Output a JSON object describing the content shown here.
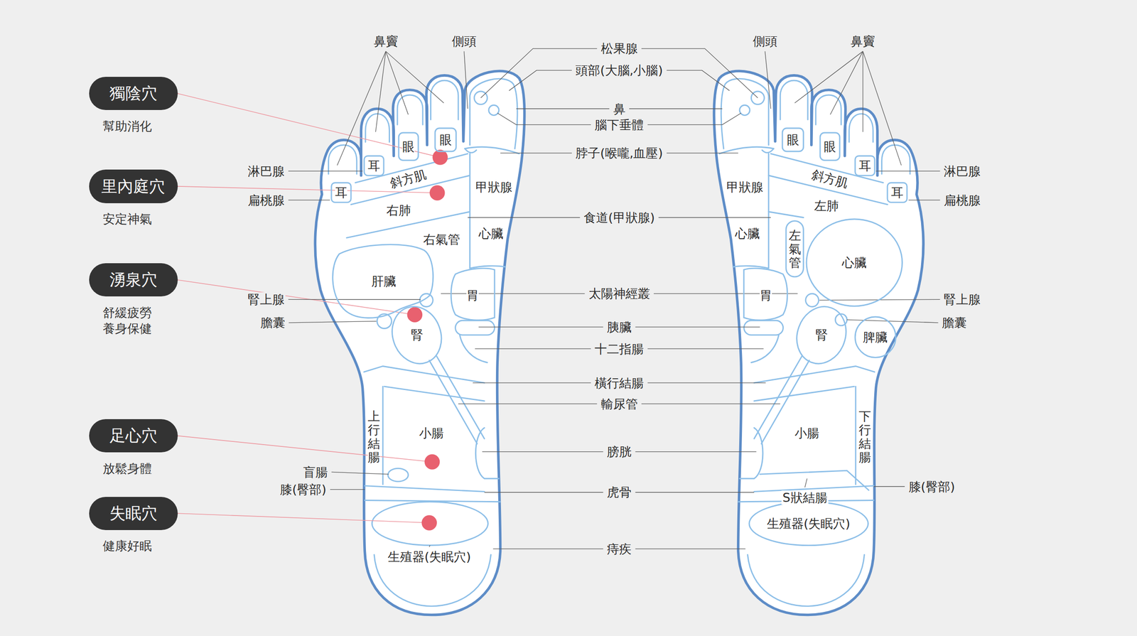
{
  "diagram": {
    "nodes": [
      {
        "text": [
          "獨陰穴",
          "幫助消化"
        ]
      },
      {
        "text": [
          "里內庭穴",
          "安定神氣"
        ]
      },
      {
        "text": [
          "湧泉穴",
          "舒緩疲勞 養身保健"
        ]
      },
      {
        "text": [
          "足心穴",
          "放鬆身體"
        ]
      },
      {
        "text": [
          "失眠穴",
          "健康好眠"
        ]
      },
      {
        "text": [
          "眼"
        ]
      },
      {
        "text": [
          "眼"
        ]
      },
      {
        "text": [
          "耳"
        ]
      },
      {
        "text": [
          "斜方肌"
        ]
      },
      {
        "text": [
          "耳"
        ]
      },
      {
        "text": [
          "甲狀腺"
        ]
      },
      {
        "text": [
          "右肺"
        ]
      },
      {
        "text": [
          "心臟"
        ]
      },
      {
        "text": [
          "右氣管"
        ]
      },
      {
        "text": [
          "肝臟"
        ]
      },
      {
        "text": [
          "胃"
        ]
      },
      {
        "text": [
          "腎"
        ]
      },
      {
        "text": [
          "上行結腸"
        ]
      },
      {
        "text": [
          "小腸"
        ]
      },
      {
        "text": [
          "眼"
        ]
      },
      {
        "text": [
          "眼"
        ]
      },
      {
        "text": [
          "耳"
        ]
      },
      {
        "text": [
          "斜方肌"
        ]
      },
      {
        "text": [
          "甲狀腺"
        ]
      },
      {
        "text": [
          "耳"
        ]
      },
      {
        "text": [
          "左肺"
        ]
      },
      {
        "text": [
          "心臟"
        ]
      },
      {
        "text": [
          "左氣管"
        ]
      },
      {
        "text": [
          "心臟"
        ]
      },
      {
        "text": [
          "胃"
        ]
      },
      {
        "text": [
          "腎"
        ]
      },
      {
        "text": [
          "脾臟"
        ]
      },
      {
        "text": [
          "小腸"
        ]
      },
      {
        "text": [
          "下行結腸"
        ]
      },
      {
        "text": [
          "生殖器(失眠穴)"
        ]
      }
    ],
    "labels": [
      "鼻竇",
      "側頭",
      "松果腺",
      "側頭",
      "鼻竇",
      "頭部(大腦,小腦)",
      "鼻",
      "腦下垂體",
      "脖子(喉嚨,血壓)",
      "淋巴腺",
      "淋巴腺",
      "扁桃腺",
      "扁桃腺",
      "食道(甲狀腺)",
      "太陽神經叢",
      "腎上腺",
      "腎上腺",
      "膽囊",
      "膽囊",
      "胰臟",
      "十二指腸",
      "橫行結腸",
      "輸尿管",
      "膀胱",
      "盲腸",
      "膝(臀部)",
      "膝(臀部)",
      "S狀結腸",
      "虎骨",
      "生殖器(失眠穴)",
      "痔疾"
    ]
  }
}
